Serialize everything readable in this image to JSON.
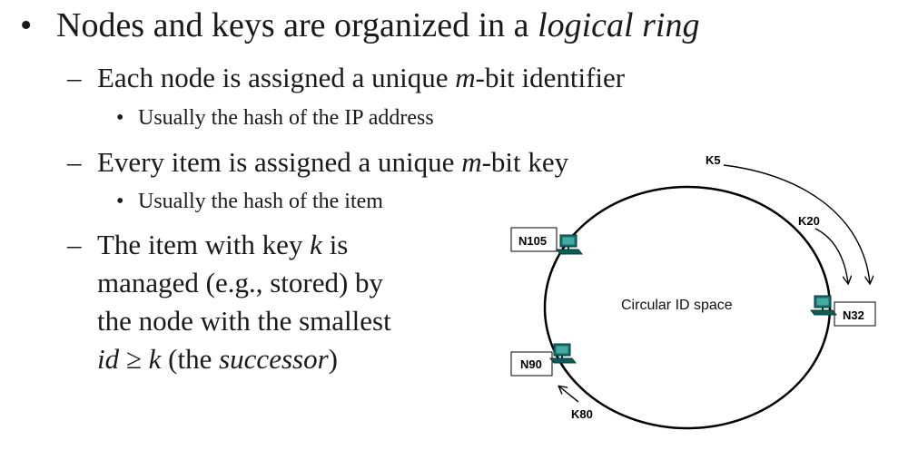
{
  "bullets": {
    "b1": {
      "marker": "•",
      "text": "Nodes and keys are organized in a ",
      "italic": "logical ring"
    },
    "b2": {
      "marker": "–",
      "text_a": "Each node is assigned a unique ",
      "italic": "m",
      "text_b": "-bit identifier"
    },
    "b3": {
      "marker": "•",
      "text": "Usually the hash of the IP address"
    },
    "b4": {
      "marker": "–",
      "text_a": "Every item is assigned a unique ",
      "italic": "m",
      "text_b": "-bit key"
    },
    "b5": {
      "marker": "•",
      "text": "Usually the hash of the item"
    },
    "b6": {
      "marker": "–",
      "line1_a": "The item with key ",
      "line1_italic": "k",
      "line1_b": " is",
      "line2": "managed (e.g., stored) by",
      "line3": "the node with the smallest",
      "line4_italic_a": "id",
      "line4_mid": " ≥ ",
      "line4_italic_b": "k",
      "line4_b": " (the ",
      "line4_italic_c": "successor",
      "line4_c": ")"
    }
  },
  "diagram": {
    "center_label": "Circular ID space",
    "nodes": {
      "n105": "N105",
      "n32": "N32",
      "n90": "N90"
    },
    "keys": {
      "k5": "K5",
      "k20": "K20",
      "k80": "K80"
    },
    "colors": {
      "node_icon": "#0e6f6a",
      "ring": "#000000"
    }
  }
}
